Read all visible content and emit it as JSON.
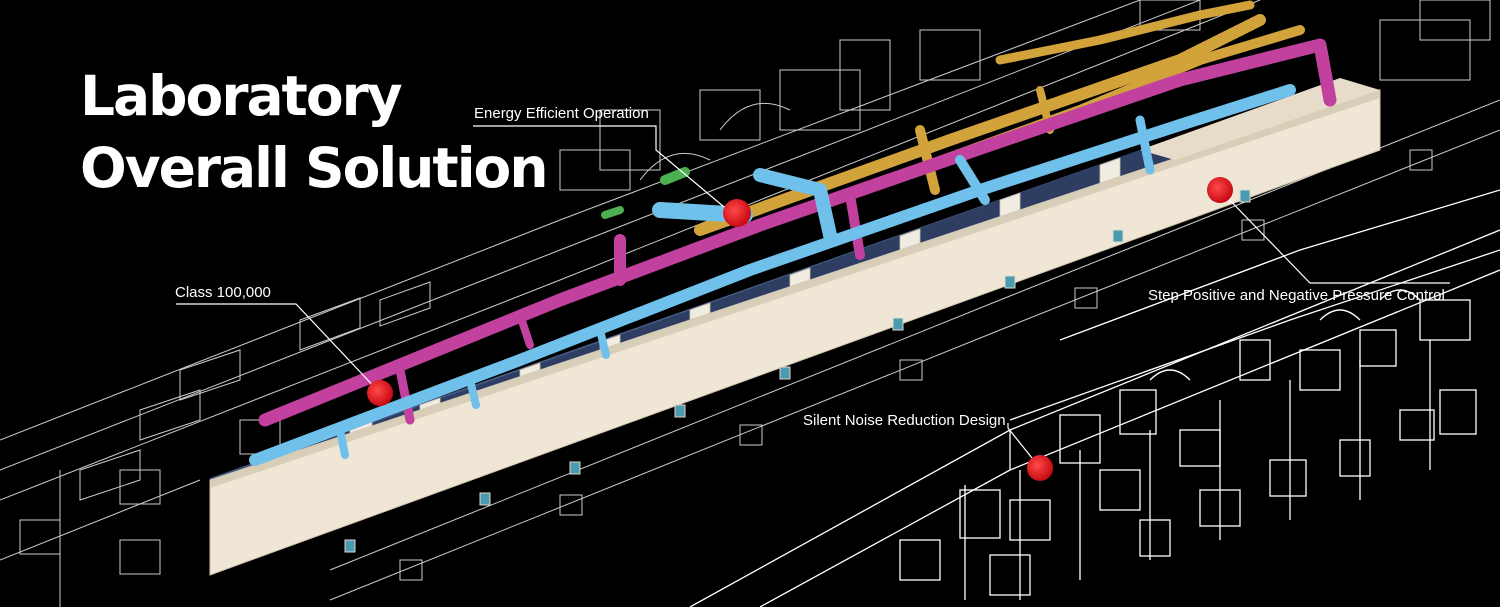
{
  "headline": {
    "line1": "Laboratory",
    "line2": "Overall Solution"
  },
  "callouts": {
    "energy": "Energy Efficient Operation",
    "cleanroom": "Class 100,000",
    "pressure": "Step Positive and Negative Pressure Control",
    "noise": "Silent Noise Reduction Design"
  },
  "colors": {
    "background": "#000000",
    "wireframe": "#ffffff",
    "wall": "#efe6d6",
    "duct_blue": "#6fc0ea",
    "duct_magenta": "#c2419e",
    "duct_gold": "#d2a33a",
    "marker": "#e8141c"
  }
}
